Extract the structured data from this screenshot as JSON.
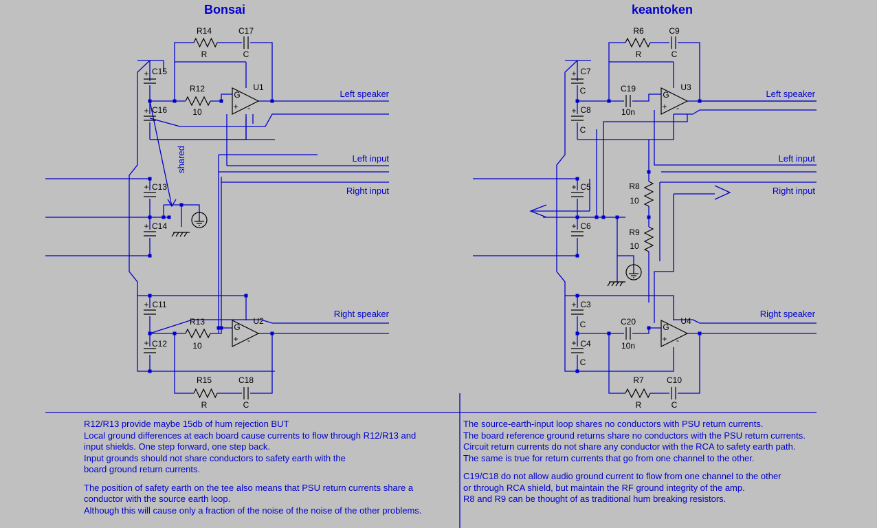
{
  "titles": {
    "left": "Bonsai",
    "right": "keantoken"
  },
  "colors": {
    "wire": "#0000cc",
    "background": "#c0c0c0",
    "text": "#000000"
  },
  "left_circuit": {
    "net_labels": [
      "Left speaker",
      "Left input",
      "Right input",
      "Right speaker",
      "shared"
    ],
    "components": [
      {
        "ref": "R14",
        "value": "R"
      },
      {
        "ref": "C17",
        "value": "C"
      },
      {
        "ref": "R12",
        "value": "10"
      },
      {
        "ref": "U1",
        "value": ""
      },
      {
        "ref": "C15",
        "value": ""
      },
      {
        "ref": "C16",
        "value": ""
      },
      {
        "ref": "C13",
        "value": ""
      },
      {
        "ref": "C14",
        "value": ""
      },
      {
        "ref": "C11",
        "value": ""
      },
      {
        "ref": "C12",
        "value": ""
      },
      {
        "ref": "R13",
        "value": "10"
      },
      {
        "ref": "U2",
        "value": ""
      },
      {
        "ref": "R15",
        "value": "R"
      },
      {
        "ref": "C18",
        "value": "C"
      }
    ]
  },
  "right_circuit": {
    "net_labels": [
      "Left speaker",
      "Left input",
      "Right input",
      "Right speaker"
    ],
    "components": [
      {
        "ref": "R6",
        "value": "R"
      },
      {
        "ref": "C9",
        "value": "C"
      },
      {
        "ref": "C19",
        "value": "10n"
      },
      {
        "ref": "U3",
        "value": ""
      },
      {
        "ref": "C7",
        "value": "C"
      },
      {
        "ref": "C8",
        "value": "C"
      },
      {
        "ref": "C5",
        "value": ""
      },
      {
        "ref": "C6",
        "value": ""
      },
      {
        "ref": "R8",
        "value": "10"
      },
      {
        "ref": "R9",
        "value": "10"
      },
      {
        "ref": "C3",
        "value": "C"
      },
      {
        "ref": "C4",
        "value": "C"
      },
      {
        "ref": "C20",
        "value": "10n"
      },
      {
        "ref": "U4",
        "value": ""
      },
      {
        "ref": "R7",
        "value": "R"
      },
      {
        "ref": "C10",
        "value": "C"
      }
    ]
  },
  "opamp_pins": {
    "gate": "G",
    "plus": "+",
    "minus": "-"
  },
  "notes_left": [
    "R12/R13 provide maybe 15db of hum rejection BUT",
    "Local ground differences at each board cause currents to flow through R12/R13 and",
    "input shields. One step forward, one step back.",
    "Input grounds should not share conductors to safety earth with the",
    "board ground return currents.",
    "",
    "The position of safety earth on the tee also means that PSU return currents share a",
    "conductor with the source earth loop.",
    "Although this will cause only a fraction of the noise of the noise of the other problems."
  ],
  "notes_right": [
    "The source-earth-input loop shares no conductors with PSU return currents.",
    "The board reference ground returns share no conductors with the PSU return currents.",
    "Circuit return currents do not share any conductor with the RCA to safety earth path.",
    "The same is true for return currents that go from one channel to the other.",
    "",
    "C19/C18 do not allow audio ground current to flow from one channel to the other",
    "or through RCA shield, but maintain the RF ground integrity of the amp.",
    "R8 and R9 can be thought of as traditional hum breaking resistors."
  ]
}
